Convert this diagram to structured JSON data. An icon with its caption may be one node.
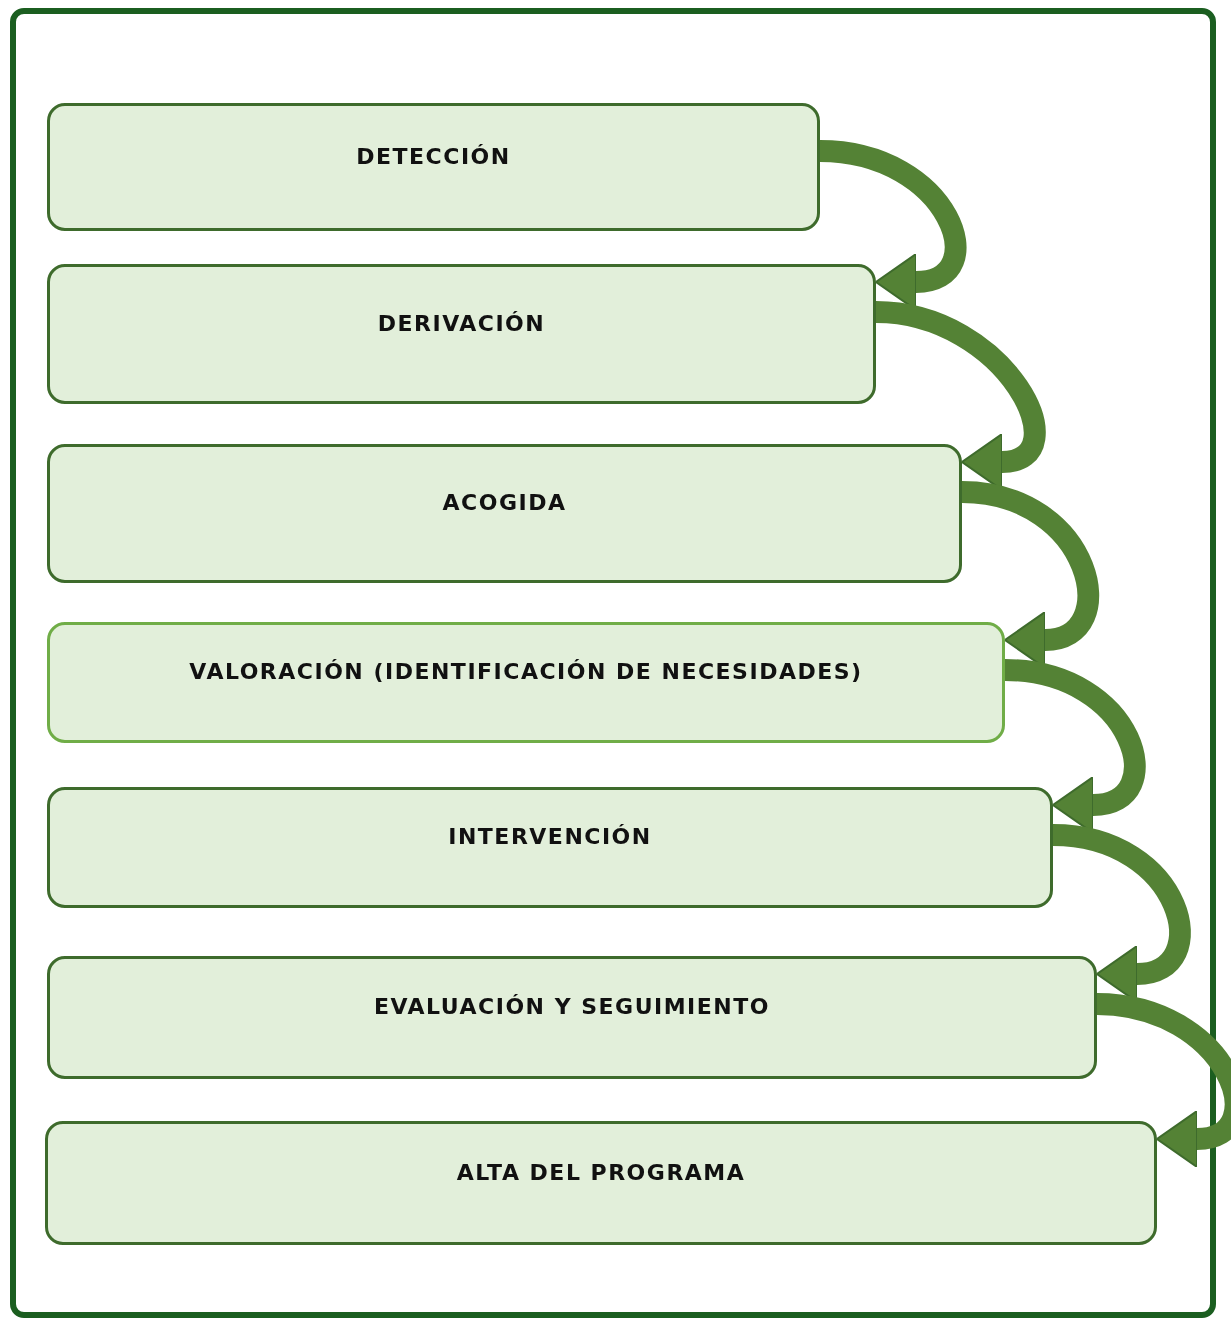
{
  "diagram": {
    "nodes": [
      {
        "text": [
          "DETECCIÓN"
        ]
      },
      {
        "text": [
          "DERIVACIÓN"
        ]
      },
      {
        "text": [
          "ACOGIDA"
        ]
      },
      {
        "text": [
          "VALORACIÓN (IDENTIFICACIÓN DE NECESIDADES)"
        ]
      },
      {
        "text": [
          "INTERVENCIÓN"
        ]
      },
      {
        "text": [
          "EVALUACIÓN Y SEGUIMIENTO"
        ]
      },
      {
        "text": [
          "ALTA DEL PROGRAMA"
        ]
      }
    ],
    "edges": [
      {
        "from": 0,
        "to": 1,
        "arrow": "to"
      },
      {
        "from": 1,
        "to": 2,
        "arrow": "to"
      },
      {
        "from": 2,
        "to": 3,
        "arrow": "to"
      },
      {
        "from": 3,
        "to": 4,
        "arrow": "to"
      },
      {
        "from": 4,
        "to": 5,
        "arrow": "to"
      },
      {
        "from": 5,
        "to": 6,
        "arrow": "to"
      }
    ]
  }
}
